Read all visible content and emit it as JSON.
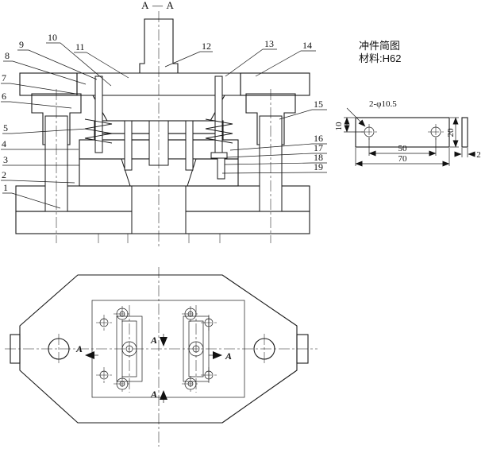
{
  "section_view": {
    "title": "A — A",
    "parts_left": [
      "9",
      "10",
      "11",
      "8",
      "7",
      "6",
      "5",
      "4",
      "3",
      "2",
      "1"
    ],
    "parts_right": [
      "12",
      "13",
      "14",
      "15",
      "16",
      "17",
      "18",
      "19"
    ]
  },
  "part_sketch": {
    "title": "冲件简图",
    "material": "材料:H62",
    "dims": {
      "holes": "2-φ10.5",
      "pitch": "50",
      "length": "70",
      "edge": "10",
      "width": "20",
      "thickness": "2"
    }
  },
  "plan_view": {
    "section_marks": [
      "A",
      "A",
      "A",
      "A"
    ]
  },
  "colors": {
    "line": "#1a1a1a",
    "background": "#ffffff"
  }
}
